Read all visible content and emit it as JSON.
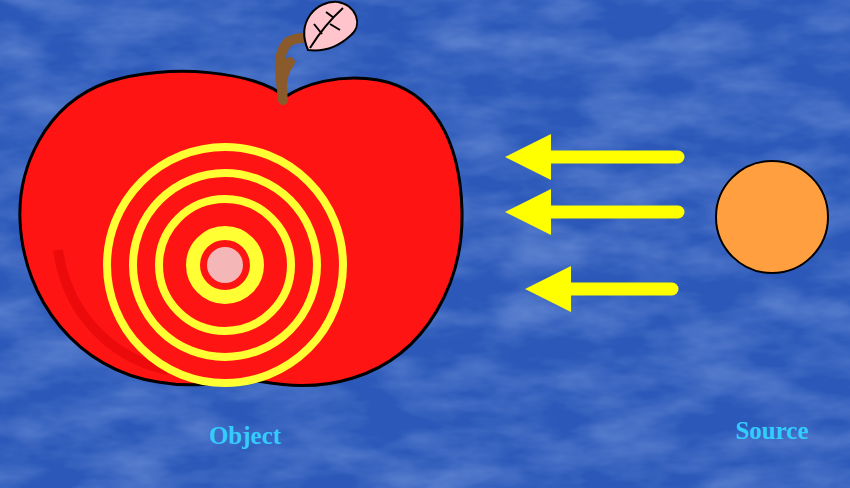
{
  "diagram": {
    "nodes": [
      {
        "text": [
          "Object"
        ]
      },
      {
        "text": [
          "Source"
        ]
      }
    ],
    "edges": [
      {
        "from": 1,
        "to": 0,
        "arrow": "to"
      },
      {
        "from": 1,
        "to": 0,
        "arrow": "to"
      },
      {
        "from": 1,
        "to": 0,
        "arrow": "to"
      }
    ]
  }
}
